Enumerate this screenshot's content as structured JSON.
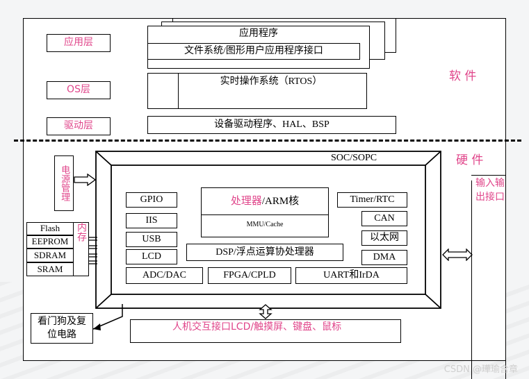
{
  "software": {
    "side_label": "软 件",
    "layers": [
      {
        "label": "应用层"
      },
      {
        "label": "OS层"
      },
      {
        "label": "驱动层"
      }
    ],
    "app_title": "应用程序",
    "app_interface": "文件系统/图形用户应用程序接口",
    "rtos": "实时操作系统（RTOS）",
    "drivers": "设备驱动程序、HAL、BSP"
  },
  "hardware": {
    "side_label": "硬 件",
    "soc": "SOC/SOPC",
    "processor": "处理器",
    "processor_suffix": "/ARM核",
    "mmu": "MMU/Cache",
    "dsp": "DSP/浮点运算协处理器",
    "left_modules": [
      "GPIO",
      "IIS",
      "USB",
      "LCD",
      "ADC/DAC"
    ],
    "right_modules": [
      "Timer/RTC",
      "CAN",
      "以太网",
      "DMA",
      "UART和IrDA"
    ],
    "fpga": "FPGA/CPLD",
    "power": "电源管理",
    "memory_label": "内存",
    "memory_items": [
      "Flash",
      "EEPROM",
      "SDRAM",
      "SRAM"
    ],
    "watchdog": "看门狗及复位电路",
    "hmi": "人机交互接口LCD/触摸屏、键盘、鼠标",
    "io": "输入输出接口"
  },
  "watermark": "CSDN @璍瑜含章",
  "colors": {
    "accent": "#e0458a",
    "line": "#000000"
  }
}
